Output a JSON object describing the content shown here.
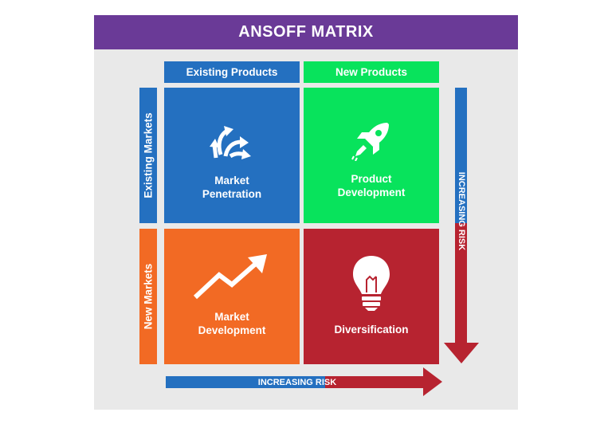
{
  "title": "ANSOFF MATRIX",
  "columns": [
    "Existing Products",
    "New Products"
  ],
  "rows": [
    "Existing Markets",
    "New Markets"
  ],
  "quadrants": [
    {
      "line1": "Market",
      "line2": "Penetration",
      "icon": "arrows-icon",
      "color": "#2470c0"
    },
    {
      "line1": "Product",
      "line2": "Development",
      "icon": "rocket-icon",
      "color": "#08e35c"
    },
    {
      "line1": "Market",
      "line2": "Development",
      "icon": "trend-up-icon",
      "color": "#f26a24"
    },
    {
      "line1": "Diversification",
      "line2": "",
      "icon": "lightbulb-icon",
      "color": "#b72330"
    }
  ],
  "risk_label": "INCREASING RISK",
  "colors": {
    "header": "#6a3a97",
    "blue": "#2470c0",
    "green": "#08e35c",
    "orange": "#f26a24",
    "red": "#b72330",
    "panel": "#e9e9e9"
  }
}
